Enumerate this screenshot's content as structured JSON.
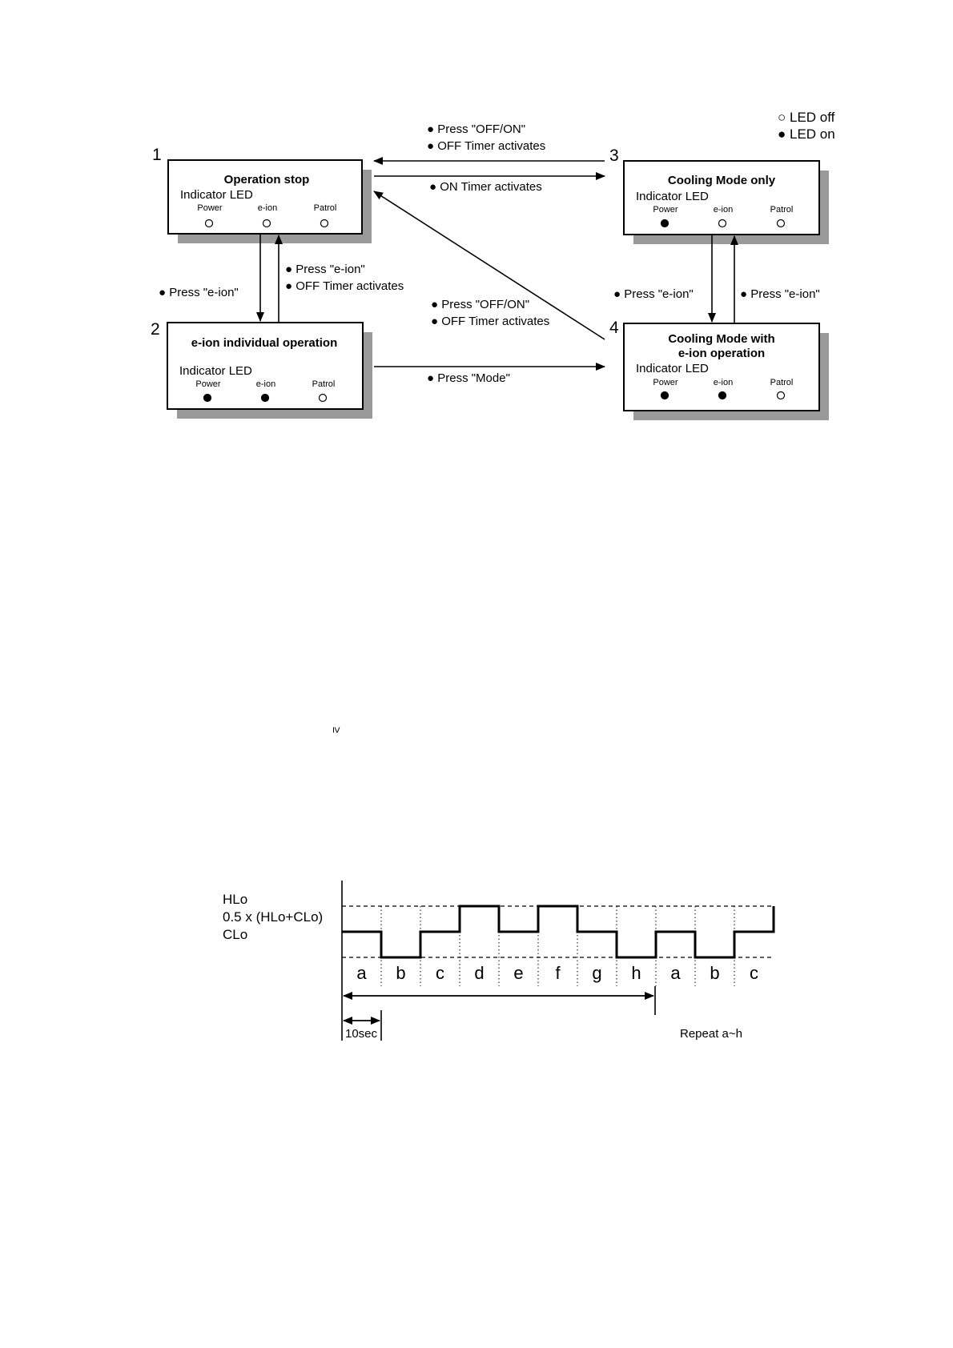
{
  "legend": {
    "off": "○ LED off",
    "on": "● LED on"
  },
  "states": [
    {
      "number": "1",
      "title_lines": [
        "Operation stop"
      ],
      "indicator_label": "Indicator LED",
      "leds": [
        {
          "name": "Power",
          "on": false
        },
        {
          "name": "e-ion",
          "on": false
        },
        {
          "name": "Patrol",
          "on": false
        }
      ]
    },
    {
      "number": "2",
      "title_lines": [
        "e-ion individual operation"
      ],
      "indicator_label": "Indicator LED",
      "leds": [
        {
          "name": "Power",
          "on": true
        },
        {
          "name": "e-ion",
          "on": true
        },
        {
          "name": "Patrol",
          "on": false
        }
      ]
    },
    {
      "number": "3",
      "title_lines": [
        "Cooling Mode only"
      ],
      "indicator_label": "Indicator LED",
      "leds": [
        {
          "name": "Power",
          "on": true
        },
        {
          "name": "e-ion",
          "on": false
        },
        {
          "name": "Patrol",
          "on": false
        }
      ]
    },
    {
      "number": "4",
      "title_lines": [
        "Cooling Mode with",
        "e-ion operation"
      ],
      "indicator_label": "Indicator LED",
      "leds": [
        {
          "name": "Power",
          "on": true
        },
        {
          "name": "e-ion",
          "on": true
        },
        {
          "name": "Patrol",
          "on": false
        }
      ]
    }
  ],
  "transitions": {
    "t3_to_1": [
      "● Press \"OFF/ON\"",
      "● OFF Timer activates"
    ],
    "t1_to_3": [
      "● ON Timer activates"
    ],
    "t1_to_2": [
      "● Press \"e-ion\""
    ],
    "t2_to_1": [
      "● Press \"e-ion\"",
      "● OFF Timer activates"
    ],
    "t4_to_1": [
      "● Press \"OFF/ON\"",
      "● OFF Timer activates"
    ],
    "t2_to_4": [
      "● Press \"Mode\""
    ],
    "t3_to_4": [
      "● Press \"e-ion\""
    ],
    "t4_to_3": [
      "● Press \"e-ion\""
    ]
  },
  "stray_symbol": "≥",
  "timing": {
    "level_labels": [
      "HLo",
      "0.5 x (HLo+CLo)",
      "CLo"
    ],
    "segments": [
      "a",
      "b",
      "c",
      "d",
      "e",
      "f",
      "g",
      "h",
      "a",
      "b",
      "c"
    ],
    "levels": [
      "mid",
      "low",
      "mid",
      "high",
      "mid",
      "high",
      "mid",
      "low",
      "mid",
      "low",
      "mid"
    ],
    "period_label": "10sec",
    "repeat_label": "Repeat a~h"
  }
}
